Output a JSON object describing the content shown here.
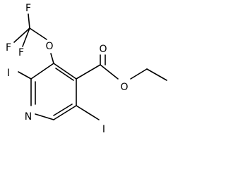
{
  "diagram": {
    "atoms": {
      "f_top": "F",
      "f_left": "F",
      "f_lower": "F",
      "o_ether": "O",
      "o_carbonyl": "O",
      "o_ester": "O",
      "i_upper": "I",
      "i_lower": "I",
      "n_ring": "N"
    }
  }
}
